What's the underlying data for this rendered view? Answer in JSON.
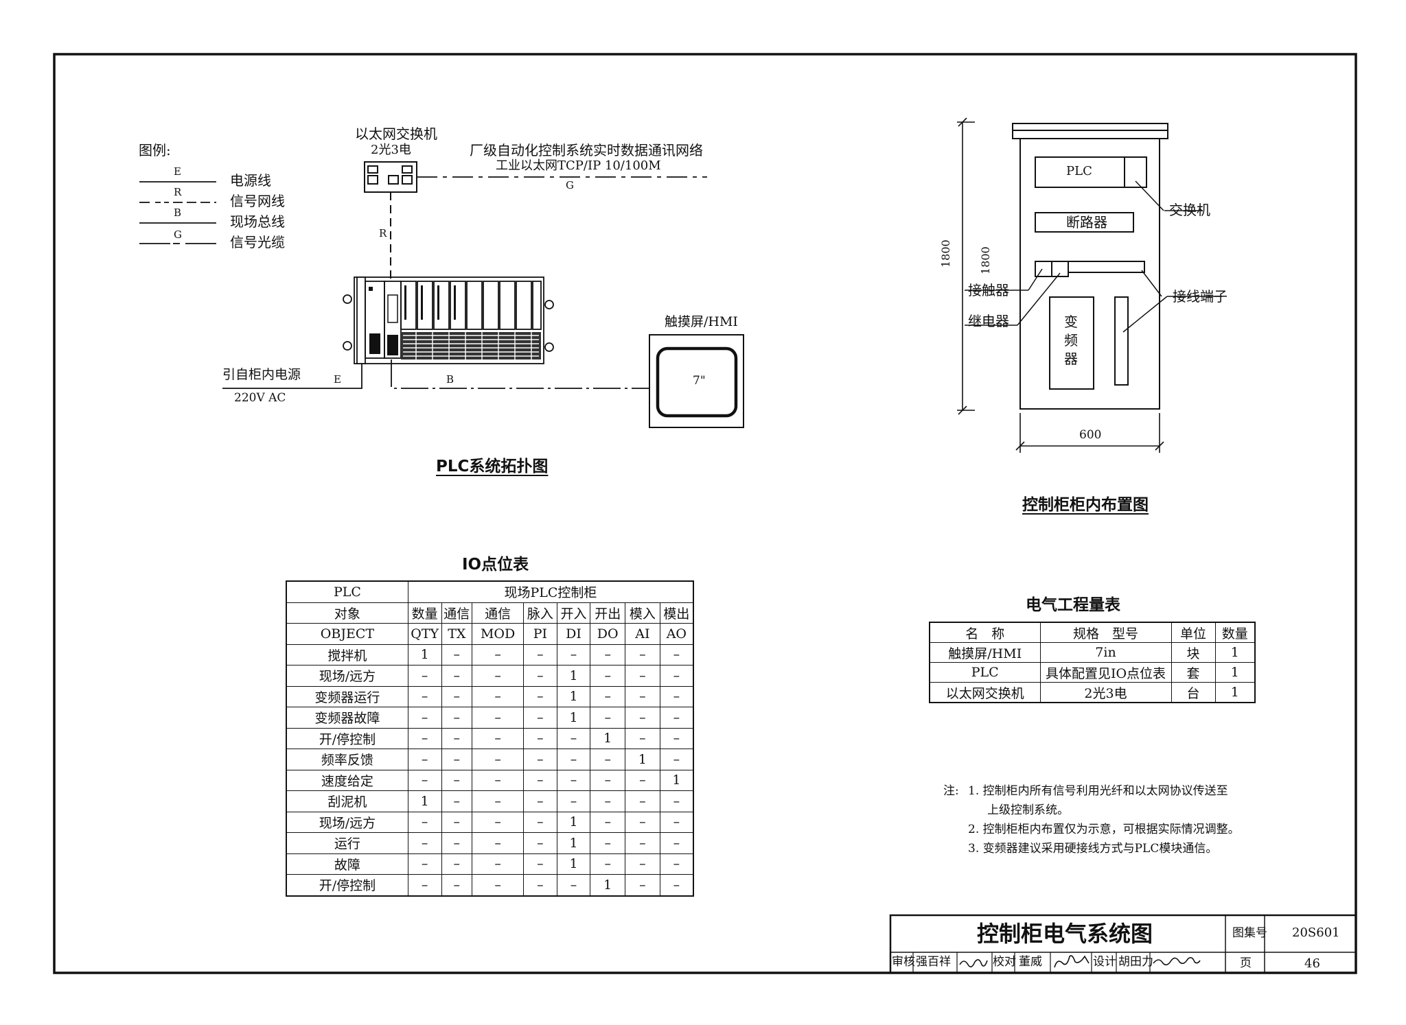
{
  "legend": {
    "title": "图例:",
    "items": [
      {
        "code": "E",
        "label": "电源线"
      },
      {
        "code": "R",
        "label": "信号网线"
      },
      {
        "code": "B",
        "label": "现场总线"
      },
      {
        "code": "G",
        "label": "信号光缆"
      }
    ]
  },
  "topology": {
    "title": "PLC系统拓扑图",
    "switch_label": "以太网交换机",
    "switch_spec": "2光3电",
    "network_line1": "厂级自动化控制系统实时数据通讯网络",
    "network_line2": "工业以太网TCP/IP 10/100M",
    "g_code": "G",
    "r_code": "R",
    "e_code": "E",
    "b_code": "B",
    "hmi_label": "触摸屏/HMI",
    "hmi_size": "7\"",
    "power_label": "引自柜内电源",
    "power_voltage": "220V AC"
  },
  "cabinet": {
    "title": "控制柜柜内布置图",
    "plc": "PLC",
    "breaker": "断路器",
    "vfd_chars": [
      "变",
      "频",
      "器"
    ],
    "switch": "交换机",
    "contactor": "接触器",
    "relay": "继电器",
    "terminal": "接线端子",
    "height_outer": "1800",
    "height_inner": "1800",
    "width": "600"
  },
  "io_table": {
    "title": "IO点位表",
    "top_left": "PLC",
    "top_right": "现场PLC控制柜",
    "header_cn": [
      "对象",
      "数量",
      "通信",
      "通信",
      "脉入",
      "开入",
      "开出",
      "模入",
      "模出"
    ],
    "header_en": [
      "OBJECT",
      "QTY",
      "TX",
      "MOD",
      "PI",
      "DI",
      "DO",
      "AI",
      "AO"
    ],
    "rows": [
      [
        "搅拌机",
        "1",
        "–",
        "–",
        "–",
        "–",
        "–",
        "–",
        "–"
      ],
      [
        "现场/远方",
        "–",
        "–",
        "–",
        "–",
        "1",
        "–",
        "–",
        "–"
      ],
      [
        "变频器运行",
        "–",
        "–",
        "–",
        "–",
        "1",
        "–",
        "–",
        "–"
      ],
      [
        "变频器故障",
        "–",
        "–",
        "–",
        "–",
        "1",
        "–",
        "–",
        "–"
      ],
      [
        "开/停控制",
        "–",
        "–",
        "–",
        "–",
        "–",
        "1",
        "–",
        "–"
      ],
      [
        "频率反馈",
        "–",
        "–",
        "–",
        "–",
        "–",
        "–",
        "1",
        "–"
      ],
      [
        "速度给定",
        "–",
        "–",
        "–",
        "–",
        "–",
        "–",
        "–",
        "1"
      ],
      [
        "刮泥机",
        "1",
        "–",
        "–",
        "–",
        "–",
        "–",
        "–",
        "–"
      ],
      [
        "现场/远方",
        "–",
        "–",
        "–",
        "–",
        "1",
        "–",
        "–",
        "–"
      ],
      [
        "运行",
        "–",
        "–",
        "–",
        "–",
        "1",
        "–",
        "–",
        "–"
      ],
      [
        "故障",
        "–",
        "–",
        "–",
        "–",
        "1",
        "–",
        "–",
        "–"
      ],
      [
        "开/停控制",
        "–",
        "–",
        "–",
        "–",
        "–",
        "1",
        "–",
        "–"
      ]
    ]
  },
  "equipment_table": {
    "title": "电气工程量表",
    "headers": [
      "名　称",
      "规格　型号",
      "单位",
      "数量"
    ],
    "rows": [
      [
        "触摸屏/HMI",
        "7in",
        "块",
        "1"
      ],
      [
        "PLC",
        "具体配置见IO点位表",
        "套",
        "1"
      ],
      [
        "以太网交换机",
        "2光3电",
        "台",
        "1"
      ]
    ]
  },
  "notes": {
    "prefix": "注:",
    "items": [
      "1. 控制柜内所有信号利用光纤和以太网协议传送至",
      "上级控制系统。",
      "2. 控制柜柜内布置仅为示意，可根据实际情况调整。",
      "3. 变频器建议采用硬接线方式与PLC模块通信。"
    ]
  },
  "title_block": {
    "drawing_title": "控制柜电气系统图",
    "atlas_label": "图集号",
    "atlas_no": "20S601",
    "review_label": "审核",
    "reviewer": "强百祥",
    "check_label": "校对",
    "checker": "董威",
    "design_label": "设计",
    "designer": "胡田力",
    "page_label": "页",
    "page_no": "46"
  }
}
